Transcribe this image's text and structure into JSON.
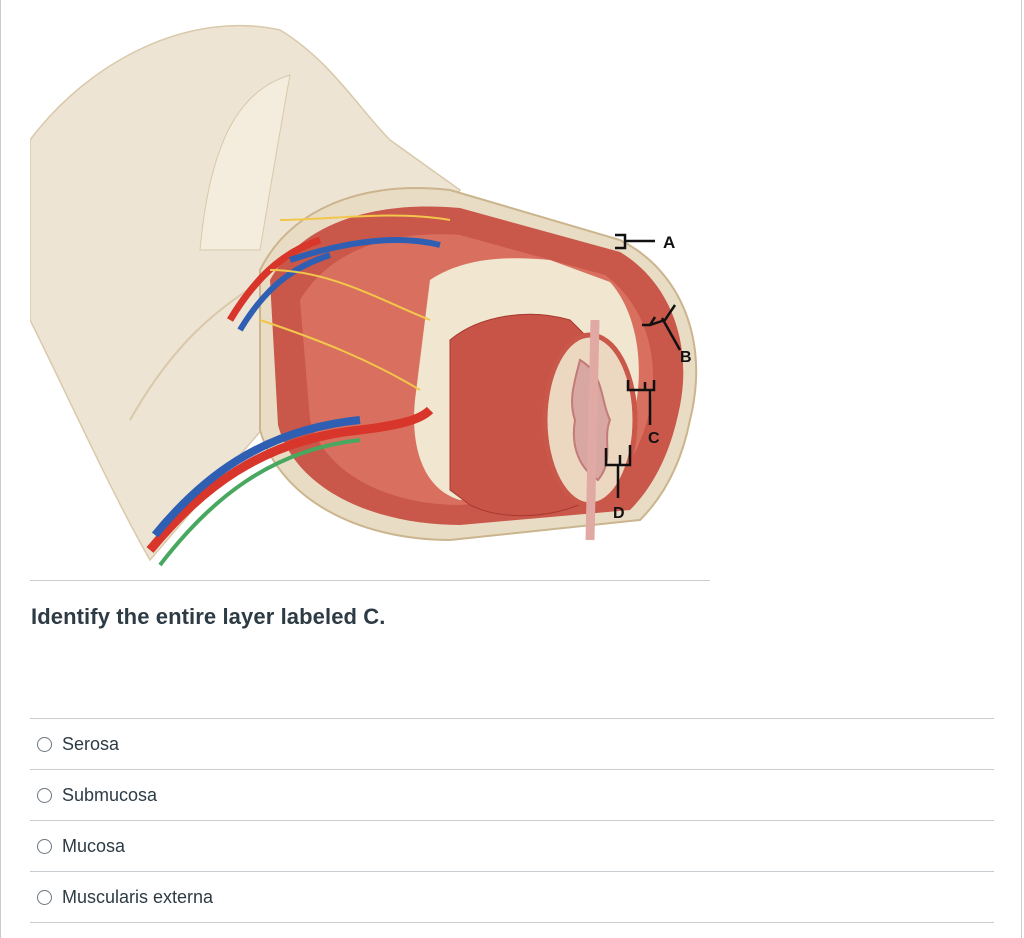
{
  "question": {
    "text": "Identify the entire layer labeled C."
  },
  "figure": {
    "labels": {
      "a": "A",
      "b": "B",
      "c": "C",
      "d": "D"
    }
  },
  "answers": [
    {
      "label": "Serosa",
      "selected": false
    },
    {
      "label": "Submucosa",
      "selected": false
    },
    {
      "label": "Mucosa",
      "selected": false
    },
    {
      "label": "Muscularis externa",
      "selected": false
    }
  ],
  "colors": {
    "text": "#2d3b45",
    "divider": "#c7cdd1",
    "muscle": "#c9574a",
    "artery": "#d8362a",
    "vein": "#2f5fb3",
    "lymph": "#48a860",
    "nerve": "#f2c64a"
  }
}
